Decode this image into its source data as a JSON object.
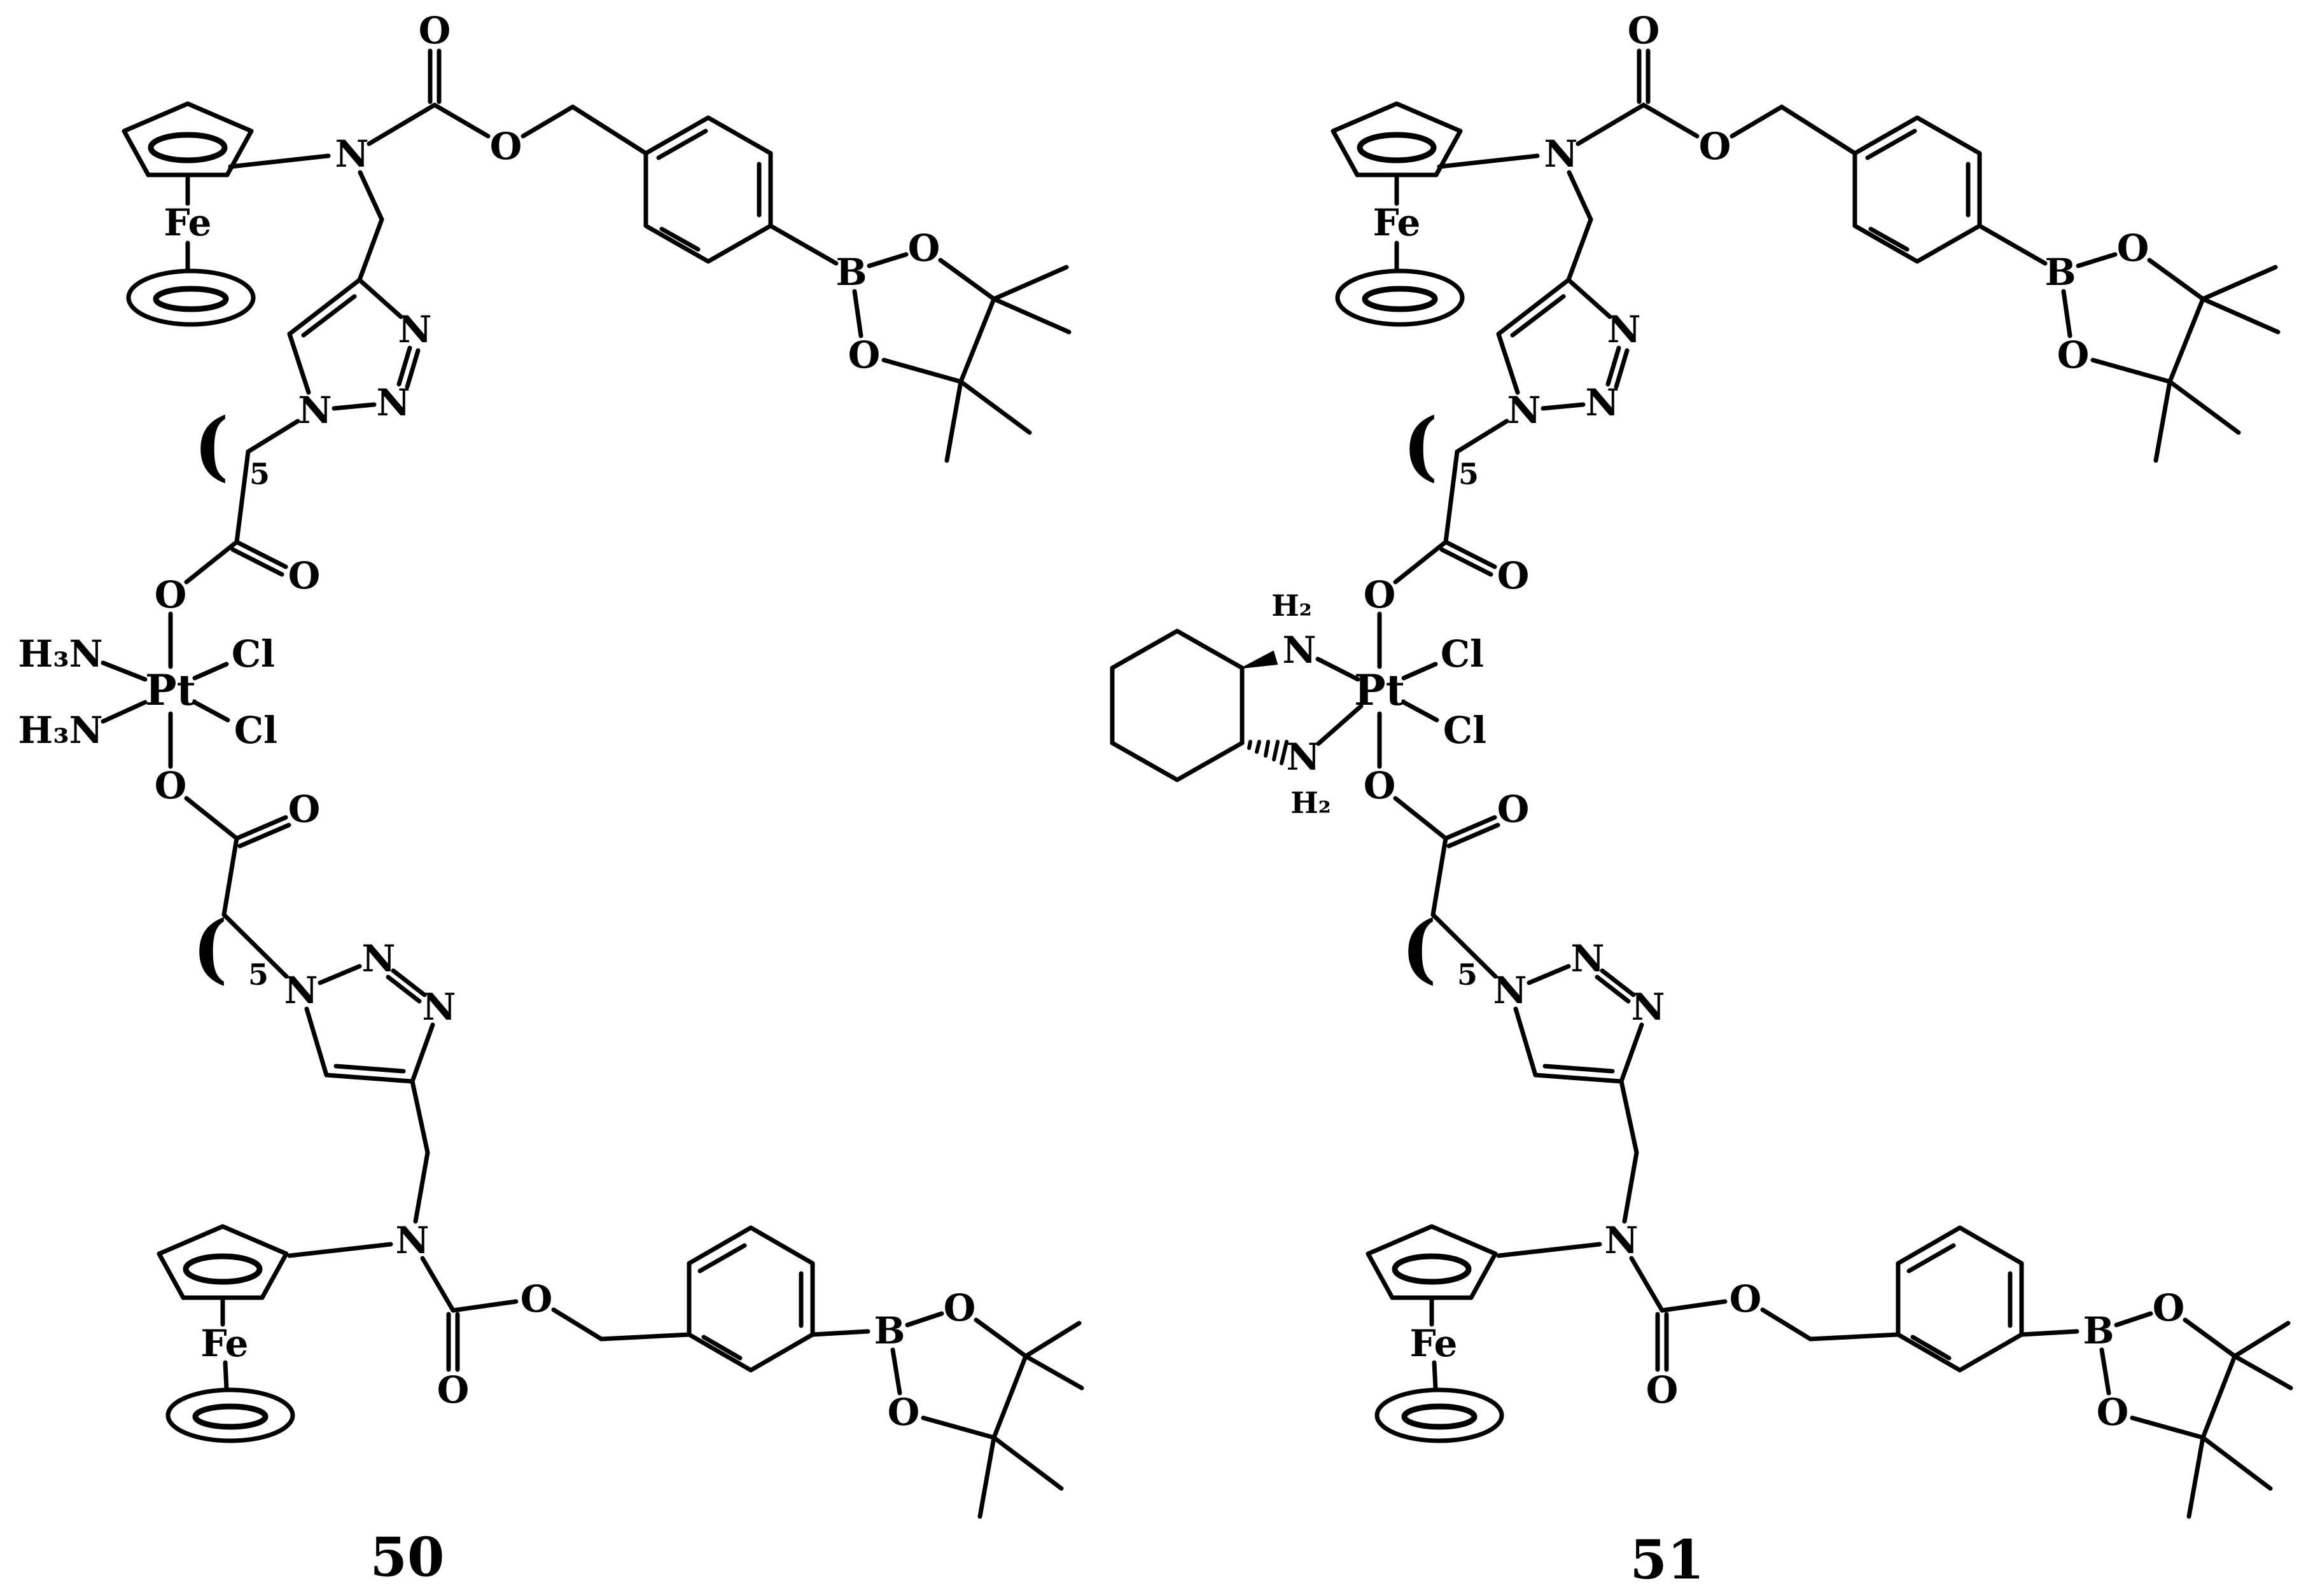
{
  "colors": {
    "ink": "#000000",
    "background": "#ffffff"
  },
  "molecules": {
    "left": {
      "label": "50"
    },
    "right": {
      "label": "51"
    }
  },
  "atoms": {
    "fe": "Fe",
    "n": "N",
    "o": "O",
    "b": "B",
    "pt": "Pt",
    "cl": "Cl",
    "h3n": "H₃N",
    "h2": "H₂"
  },
  "chain_repeat": {
    "open_paren": "(",
    "count": "5"
  }
}
